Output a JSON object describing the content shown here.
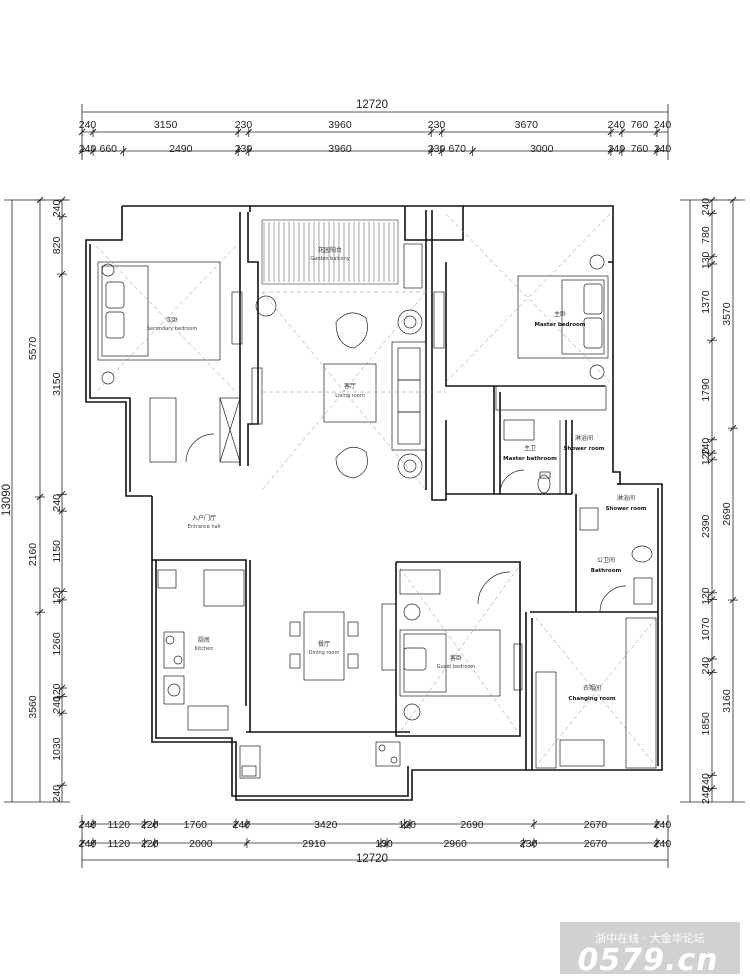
{
  "dimensions": {
    "top_total": "12720",
    "top_row1": [
      "240",
      "3150",
      "230",
      "3960",
      "230",
      "3670",
      "240",
      "760",
      "240"
    ],
    "top_row2": [
      "240",
      "660",
      "2490",
      "230",
      "3960",
      "230",
      "670",
      "3000",
      "240",
      "760",
      "240"
    ],
    "bottom_total": "12720",
    "bottom_row1": [
      "240",
      "1120",
      "220",
      "1760",
      "240",
      "3420",
      "120",
      "2690",
      "2670",
      "240"
    ],
    "bottom_row2": [
      "240",
      "1120",
      "220",
      "2000",
      "2910",
      "130",
      "2960",
      "230",
      "2670",
      "240"
    ],
    "left_total": "13090",
    "left_outer": [
      "5570",
      "2160",
      "3560"
    ],
    "left_inner": [
      "240",
      "820",
      "3150",
      "240",
      "1150",
      "120",
      "1260",
      "120",
      "240",
      "1030",
      "240"
    ],
    "right_outer": [
      "3570",
      "2690",
      "3160"
    ],
    "right_inner": [
      "240",
      "780",
      "130",
      "1370",
      "1790",
      "240",
      "120",
      "2390",
      "120",
      "1070",
      "240",
      "1850",
      "240",
      "240"
    ]
  },
  "rooms": {
    "secondary_bedroom": {
      "cn": "次卧",
      "en": "Secondary bedroom"
    },
    "garden_balcony": {
      "cn": "花园阳台",
      "en": "Garden balcony"
    },
    "living_room": {
      "cn": "客厅",
      "en": "Living room"
    },
    "master_bedroom": {
      "cn": "主卧",
      "en": "Master bedroom"
    },
    "master_bathroom": {
      "cn": "主卫",
      "en": "Master bathroom"
    },
    "shower_room_1": {
      "cn": "淋浴间",
      "en": "Shower room"
    },
    "shower_room_2": {
      "cn": "淋浴间",
      "en": "Shower room"
    },
    "bathroom": {
      "cn": "公卫间",
      "en": "Bathroom"
    },
    "entrance_hall": {
      "cn": "入户门厅",
      "en": "Entrance hall"
    },
    "kitchen": {
      "cn": "厨房",
      "en": "Kitchen"
    },
    "dining_room": {
      "cn": "餐厅",
      "en": "Dining room"
    },
    "guest_bedroom": {
      "cn": "客卧",
      "en": "Guest bedroom"
    },
    "changing_room": {
      "cn": "衣帽间",
      "en": "Changing room"
    }
  },
  "watermark": {
    "line1": "浙中在线 · 大金华论坛",
    "line2": "0579.cn"
  }
}
